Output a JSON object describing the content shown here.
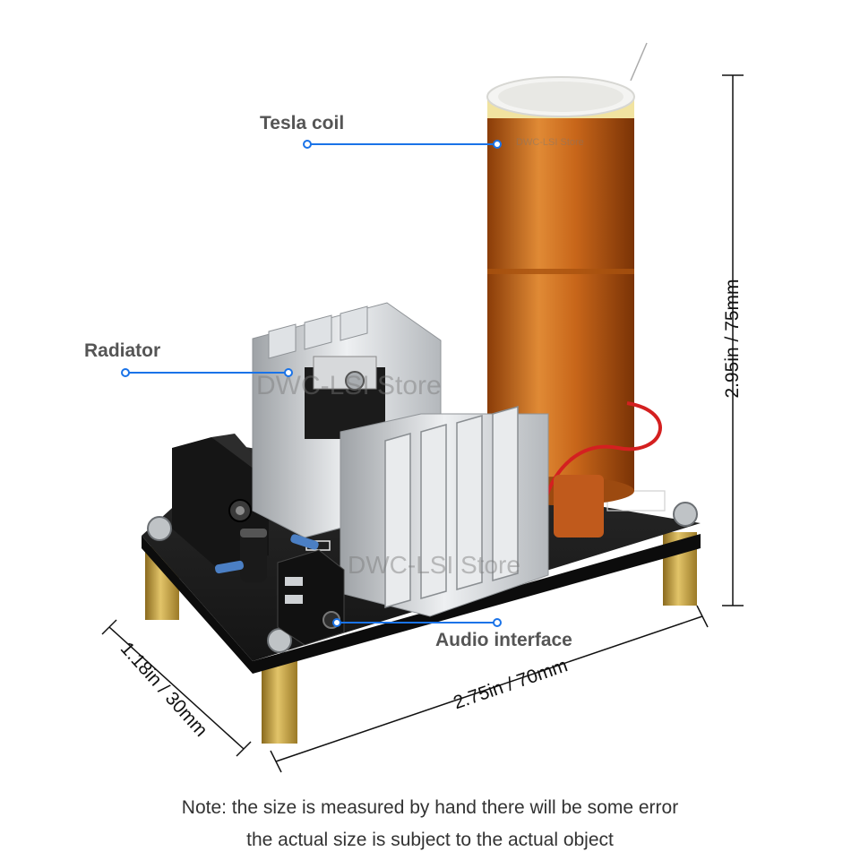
{
  "callouts": {
    "tesla_coil": "Tesla coil",
    "radiator": "Radiator",
    "audio_interface": "Audio interface"
  },
  "dimensions": {
    "height": "2.95in / 75mm",
    "length": "2.75in / 70mm",
    "width": "1.18in / 30mm"
  },
  "watermark": "DWC-LSI Store",
  "note": {
    "line1": "Note: the size is measured by hand there will be some error",
    "line2": "the actual size is subject to the actual object"
  },
  "colors": {
    "callout_line": "#1a73e8",
    "coil_copper": "#c8661a",
    "pcb": "#1c1c1c",
    "heatsink": "#d4d6d8",
    "brass": "#c9a441"
  }
}
